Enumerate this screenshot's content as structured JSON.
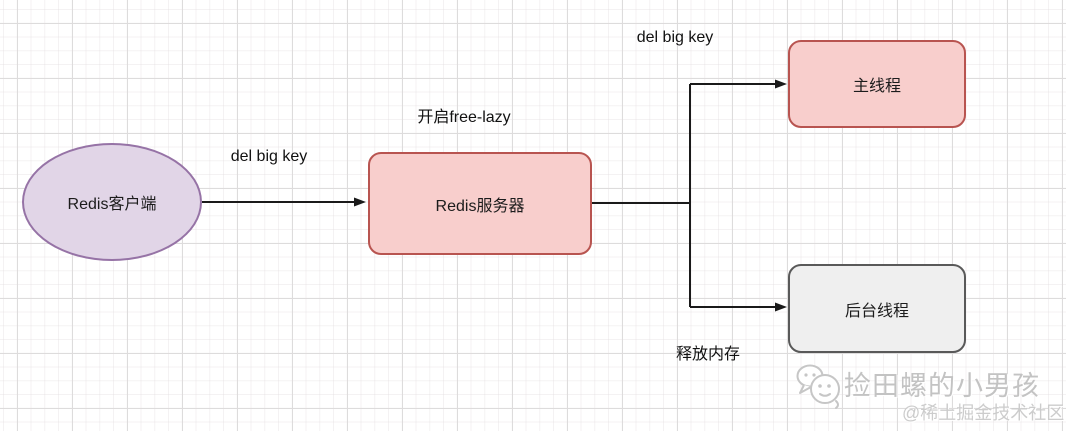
{
  "diagram": {
    "nodes": {
      "client": {
        "label": "Redis客户端",
        "shape": "ellipse"
      },
      "server": {
        "label": "Redis服务器",
        "shape": "rounded-rect"
      },
      "main_thread": {
        "label": "主线程",
        "shape": "rounded-rect"
      },
      "background_thread": {
        "label": "后台线程",
        "shape": "rounded-rect"
      }
    },
    "edge_labels": {
      "client_to_server": "del big key",
      "server_mode": "开启free-lazy",
      "to_main_thread": "del big key",
      "to_background_thread": "释放内存"
    },
    "edges": [
      {
        "from": "client",
        "to": "server",
        "label": "del big key"
      },
      {
        "from": "server",
        "to": "main_thread",
        "label": "del big key"
      },
      {
        "from": "server",
        "to": "background_thread",
        "label": "释放内存"
      }
    ]
  },
  "watermark": {
    "author": "捡田螺的小男孩",
    "community": "@稀土掘金技术社区"
  },
  "colors": {
    "client_fill": "#e1d5e7",
    "client_border": "#9673a6",
    "server_fill": "#f8cecc",
    "server_border": "#b85450",
    "main_thread_fill": "#f8cecc",
    "main_thread_border": "#b85450",
    "background_thread_fill": "#efefef",
    "background_thread_border": "#595959",
    "connector": "#1a1a1a",
    "grid_major": "#dcdcdc",
    "watermark_text": "#c3c3c3"
  }
}
